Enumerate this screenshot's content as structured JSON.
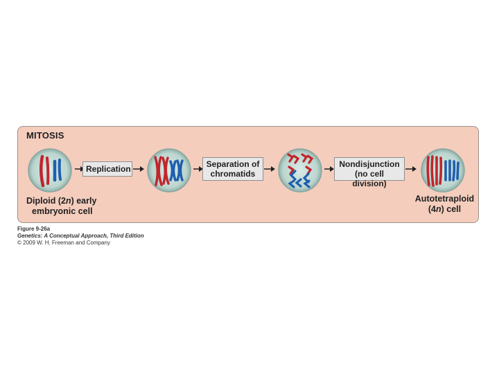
{
  "panel": {
    "title": "MITOSIS"
  },
  "steps": {
    "replication": "Replication",
    "separation_line1": "Separation of",
    "separation_line2": "chromatids",
    "nondisjunction_line1": "Nondisjunction",
    "nondisjunction_line2": "(no cell division)"
  },
  "labels": {
    "diploid_pre": "Diploid (2",
    "diploid_n": "n",
    "diploid_post": ") early",
    "diploid_line2": "embryonic cell",
    "auto_line1": "Autotetraploid",
    "auto_pre": "(4",
    "auto_n": "n",
    "auto_post": ") cell"
  },
  "caption": {
    "figure": "Figure 9-26a",
    "book": "Genetics: A Conceptual Approach, Third Edition",
    "copyright": "© 2009 W. H. Freeman and Company"
  },
  "colors": {
    "panel_bg": "#f4cdbd",
    "cell_fill": "#bfd6d0",
    "cell_edge": "#8ba6a0",
    "red_chromosome": "#c0262c",
    "blue_chromosome": "#1f5fae",
    "step_box": "#e8e8e9"
  }
}
